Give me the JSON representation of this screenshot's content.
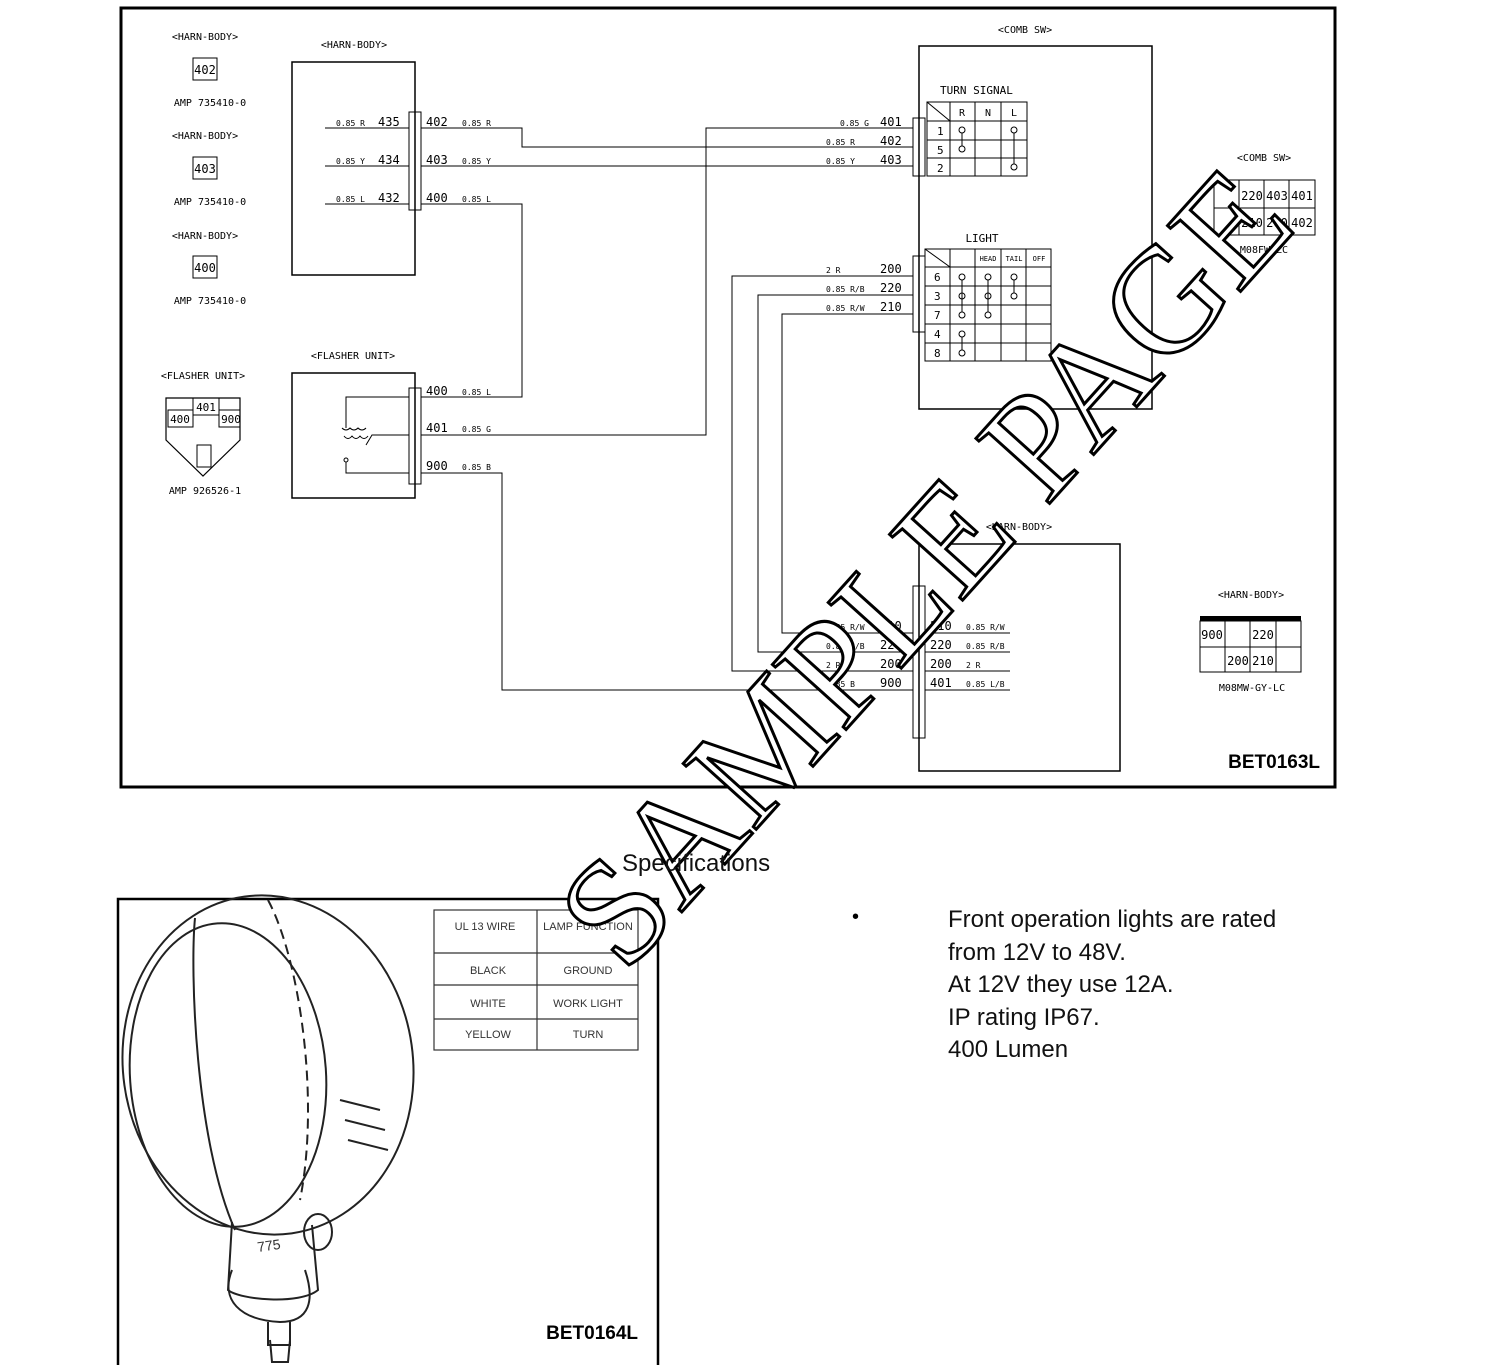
{
  "diagram": {
    "id_top": "BET0163L",
    "left_connectors": [
      {
        "label": "<HARN-BODY>",
        "pin": "402",
        "part": "AMP 735410-0"
      },
      {
        "label": "<HARN-BODY>",
        "pin": "403",
        "part": "AMP 735410-0"
      },
      {
        "label": "<HARN-BODY>",
        "pin": "400",
        "part": "AMP 735410-0"
      }
    ],
    "flasher_connector": {
      "label": "<FLASHER UNIT>",
      "pins": [
        "400",
        "401",
        "900"
      ],
      "part": "AMP 926526-1"
    },
    "harn_body_top": {
      "label": "<HARN-BODY>",
      "rows": [
        {
          "wire_in": "0.85 R",
          "pin_in": "435",
          "pin_out": "402",
          "wire_out": "0.85 R"
        },
        {
          "wire_in": "0.85 Y",
          "pin_in": "434",
          "pin_out": "403",
          "wire_out": "0.85 Y"
        },
        {
          "wire_in": "0.85 L",
          "pin_in": "432",
          "pin_out": "400",
          "wire_out": "0.85 L"
        }
      ]
    },
    "flasher_unit": {
      "label": "<FLASHER UNIT>",
      "rows": [
        {
          "pin": "400",
          "wire": "0.85 L"
        },
        {
          "pin": "401",
          "wire": "0.85 G"
        },
        {
          "pin": "900",
          "wire": "0.85 B"
        }
      ]
    },
    "comb_sw": {
      "label": "<COMB SW>",
      "turn_title": "TURN SIGNAL",
      "turn_cols": [
        "R",
        "N",
        "L"
      ],
      "turn_rows": [
        "1",
        "5",
        "2"
      ],
      "turn_wires": [
        {
          "wire": "0.85 G",
          "pin": "401"
        },
        {
          "wire": "0.85 R",
          "pin": "402"
        },
        {
          "wire": "0.85 Y",
          "pin": "403"
        }
      ],
      "light_title": "LIGHT",
      "light_cols": [
        "HEAD",
        "TAIL",
        "OFF"
      ],
      "light_rows": [
        "6",
        "3",
        "7",
        "4",
        "8"
      ],
      "light_wires": [
        {
          "wire": "2 R",
          "pin": "200"
        },
        {
          "wire": "0.85 R/B",
          "pin": "220"
        },
        {
          "wire": "0.85 R/W",
          "pin": "210"
        }
      ]
    },
    "comb_sw_connector": {
      "label": "<COMB SW>",
      "row1": [
        "",
        "220",
        "403",
        "401"
      ],
      "row2": [
        "",
        "210",
        "200",
        "402"
      ],
      "part": "M08FW-LC"
    },
    "harn_body_bottom": {
      "label": "<HARN-BODY>",
      "rows": [
        {
          "wire_in": "0.85 R/W",
          "pin_in": "210",
          "pin_out": "210",
          "wire_out": "0.85 R/W"
        },
        {
          "wire_in": "0.85 R/B",
          "pin_in": "220",
          "pin_out": "220",
          "wire_out": "0.85 R/B"
        },
        {
          "wire_in": "2 R",
          "pin_in": "200",
          "pin_out": "200",
          "wire_out": "2 R"
        },
        {
          "wire_in": "0.85 B",
          "pin_in": "900",
          "pin_out": "401",
          "wire_out": "0.85 L/B"
        }
      ]
    },
    "harn_body_connector": {
      "label": "<HARN-BODY>",
      "row1": [
        "900",
        "",
        "220",
        ""
      ],
      "row2": [
        "",
        "200",
        "210",
        ""
      ],
      "part": "M08MW-GY-LC"
    }
  },
  "lamp_figure": {
    "id": "BET0164L",
    "lamp_label": "775",
    "table_headers": [
      "UL 13 WIRE",
      "LAMP FUNCTION"
    ],
    "table_rows": [
      [
        "BLACK",
        "GROUND"
      ],
      [
        "WHITE",
        "WORK LIGHT"
      ],
      [
        "YELLOW",
        "TURN"
      ]
    ]
  },
  "specifications": {
    "title": "Specifications",
    "lines": [
      "Front operation lights are rated",
      "from 12V to 48V.",
      "At 12V they use 12A.",
      "IP rating IP67.",
      "400 Lumen"
    ]
  },
  "watermark": "SAMPLE PAGE"
}
